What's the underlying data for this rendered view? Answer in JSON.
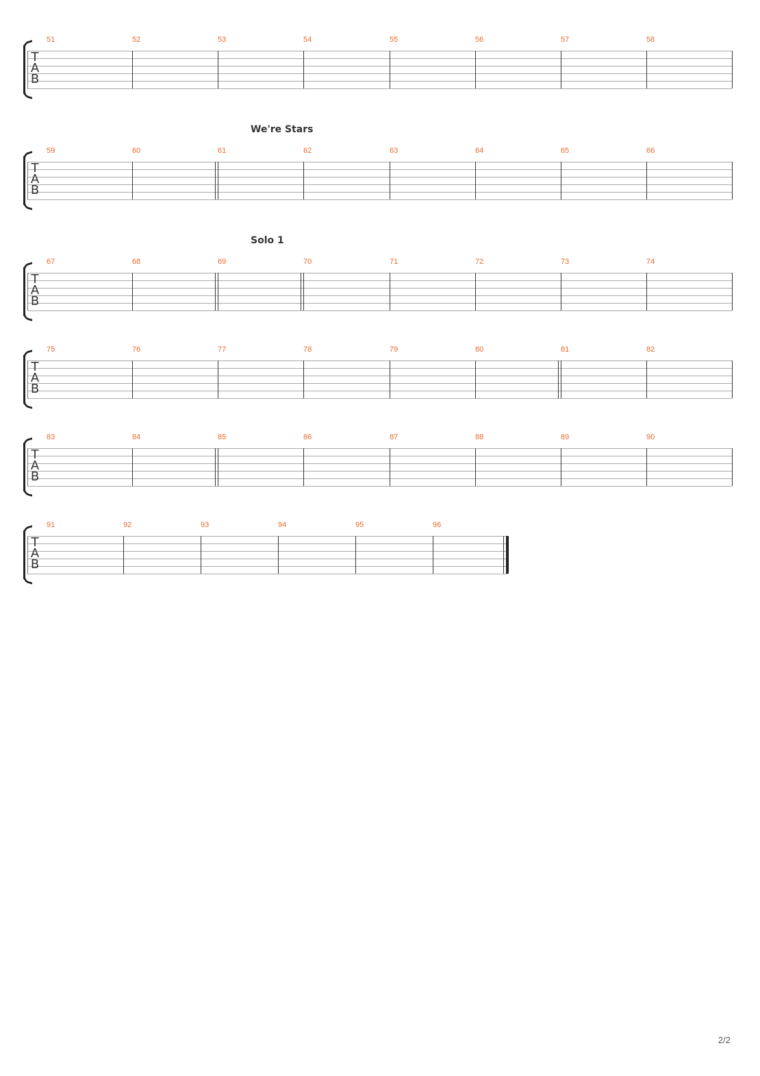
{
  "sections": [
    {
      "label": "We're Stars",
      "system": 1,
      "measure": 61
    },
    {
      "label": "Solo 1",
      "system": 2,
      "measure": 69
    }
  ],
  "tab_clef": [
    "T",
    "A",
    "B"
  ],
  "systems": [
    {
      "measures": [
        "51",
        "52",
        "53",
        "54",
        "55",
        "56",
        "57",
        "58"
      ],
      "double_bars_before": [],
      "final_bar": false
    },
    {
      "measures": [
        "59",
        "60",
        "61",
        "62",
        "63",
        "64",
        "65",
        "66"
      ],
      "double_bars_before": [
        "61"
      ],
      "final_bar": false
    },
    {
      "measures": [
        "67",
        "68",
        "69",
        "70",
        "71",
        "72",
        "73",
        "74"
      ],
      "double_bars_before": [
        "69",
        "70"
      ],
      "final_bar": false
    },
    {
      "measures": [
        "75",
        "76",
        "77",
        "78",
        "79",
        "80",
        "81",
        "82"
      ],
      "double_bars_before": [
        "81"
      ],
      "final_bar": false
    },
    {
      "measures": [
        "83",
        "84",
        "85",
        "86",
        "87",
        "88",
        "89",
        "90"
      ],
      "double_bars_before": [
        "85"
      ],
      "final_bar": false
    },
    {
      "measures": [
        "91",
        "92",
        "93",
        "94",
        "95",
        "96"
      ],
      "double_bars_before": [],
      "final_bar": true
    }
  ],
  "page_number": "2/2",
  "colors": {
    "measure_number": "#e8692b",
    "staff_line": "#a9a9a9",
    "barline": "#333333"
  }
}
